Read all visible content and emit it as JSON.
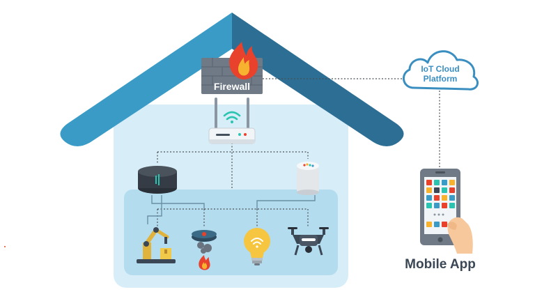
{
  "labels": {
    "firewall": "Firewall",
    "cloud": [
      "IoT Cloud",
      "Platform"
    ],
    "mobile_app": "Mobile App"
  },
  "colors": {
    "roof_light": "#3a9cc6",
    "roof_dark": "#2d6f94",
    "house_body": "#d7eef8",
    "inner_panel": "#b4dcef",
    "brick": "#6f7a86",
    "flame_outer": "#e8412c",
    "flame_inner": "#f7b230",
    "wifi": "#2bc4b0",
    "cloud_text": "#3a8fc0",
    "app_text": "#3b4754",
    "dotted_line": "#4a4f55",
    "wire": "#6a8fa5"
  },
  "devices": [
    {
      "name": "firewall",
      "icon": "firewall-icon"
    },
    {
      "name": "wifi-router",
      "icon": "router-icon"
    },
    {
      "name": "smart-hub",
      "icon": "hub-icon"
    },
    {
      "name": "smart-speaker",
      "icon": "speaker-icon"
    },
    {
      "name": "robotic-arm",
      "icon": "robot-arm-icon"
    },
    {
      "name": "smoke-detector",
      "icon": "smoke-detector-icon"
    },
    {
      "name": "smart-bulb",
      "icon": "light-bulb-icon"
    },
    {
      "name": "drone",
      "icon": "drone-icon"
    },
    {
      "name": "iot-cloud",
      "icon": "cloud-icon"
    },
    {
      "name": "smartphone",
      "icon": "phone-icon"
    }
  ]
}
